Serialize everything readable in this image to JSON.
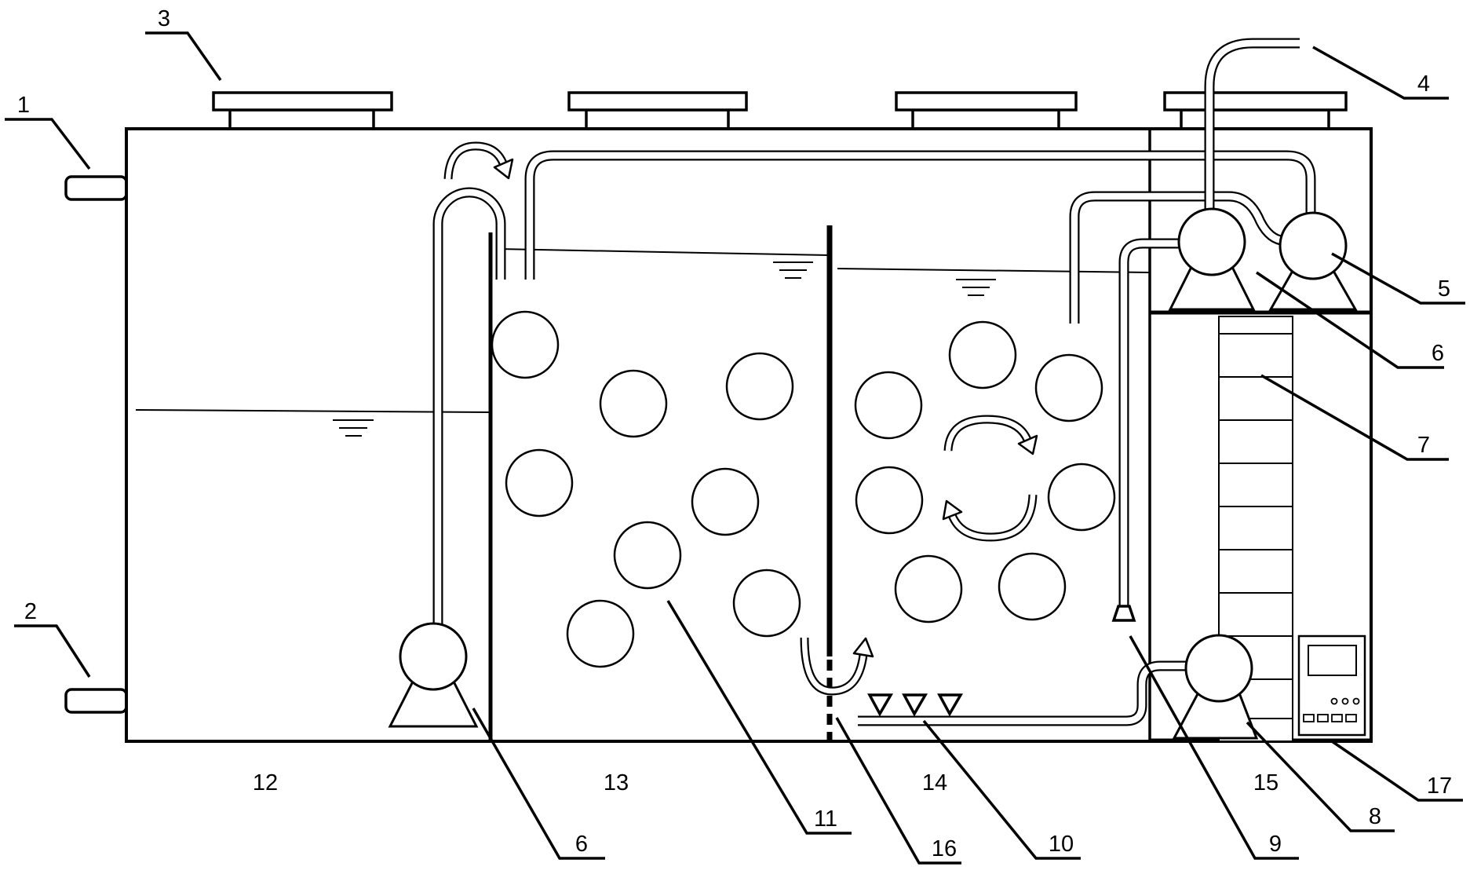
{
  "labels": {
    "inlet_upper": "1",
    "inlet_lower": "2",
    "cover": "3",
    "outlet_pipe": "4",
    "pump_5": "5",
    "pump_6_upper": "6",
    "column": "7",
    "pump_8": "8",
    "nozzle": "9",
    "aerator": "10",
    "carrier": "11",
    "pump_6_lower": "6",
    "partition": "16",
    "control_box": "17"
  },
  "chambers": {
    "c12": "12",
    "c13": "13",
    "c14": "14",
    "c15": "15"
  },
  "colors": {
    "stroke": "#000000",
    "background": "#ffffff"
  }
}
